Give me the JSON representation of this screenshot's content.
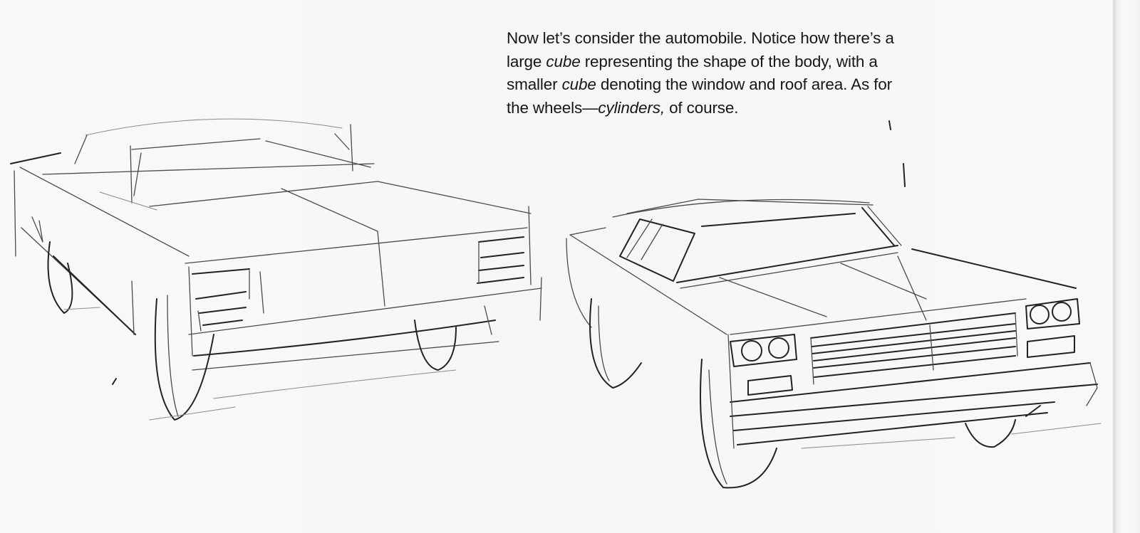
{
  "caption": {
    "line1": "Now let’s consider the automobile. Notice how there’s a",
    "line2_pre": "large ",
    "line2_em": "cube",
    "line2_post": " representing the shape of the body, with a",
    "line3_pre": "smaller ",
    "line3_em": "cube",
    "line3_post": " denoting the window and roof area. As for",
    "line4_pre": "the wheels—",
    "line4_em": "cylinders,",
    "line4_post": " of course."
  },
  "illustrations": {
    "left": "pencil-sketch-car-rear-three-quarter",
    "right": "pencil-sketch-car-front-three-quarter"
  },
  "colors": {
    "paper": "#f7f7f6",
    "ink": "#161616",
    "pencil": "#2b2b2b"
  }
}
